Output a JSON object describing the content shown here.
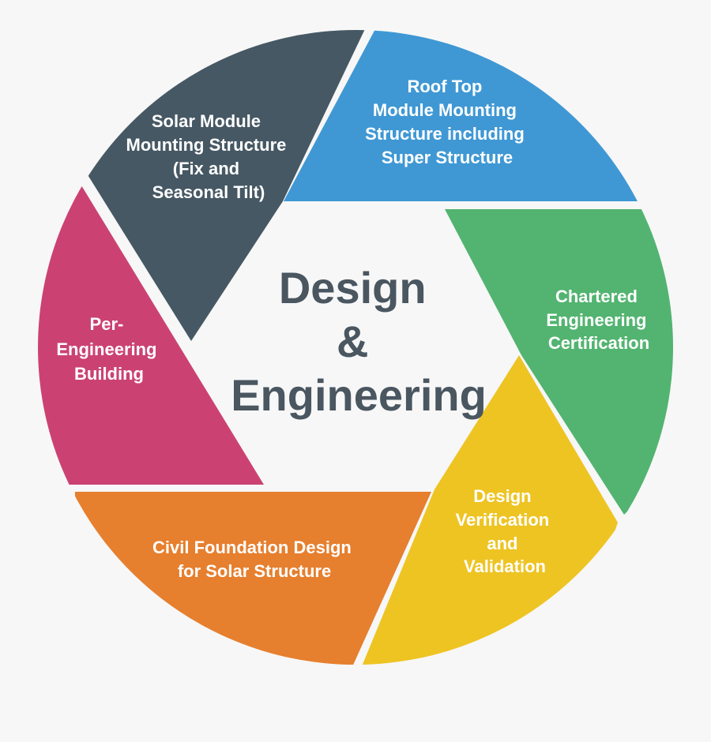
{
  "center": {
    "lines": [
      "Design",
      "&",
      "Engineering"
    ],
    "color": "#4a5660"
  },
  "segments": [
    {
      "id": "solar-module",
      "color": "#465864",
      "lines": [
        "Solar Module",
        "Mounting Structure",
        "(Fix and",
        "Seasonal Tilt)"
      ]
    },
    {
      "id": "roof-top",
      "color": "#3f98d4",
      "lines": [
        "Roof Top",
        "Module Mounting",
        "Structure including",
        "Super Structure"
      ]
    },
    {
      "id": "chartered",
      "color": "#52b470",
      "lines": [
        "Chartered",
        "Engineering",
        "Certification"
      ]
    },
    {
      "id": "design-verification",
      "color": "#eec423",
      "lines": [
        "Design",
        "Verification",
        "and",
        "Validation"
      ]
    },
    {
      "id": "civil-foundation",
      "color": "#e67f2e",
      "lines": [
        "Civil Foundation Design",
        "for Solar Structure"
      ]
    },
    {
      "id": "per-engineering",
      "color": "#cb4272",
      "lines": [
        "Per-",
        "Engineering",
        "Building"
      ]
    }
  ]
}
